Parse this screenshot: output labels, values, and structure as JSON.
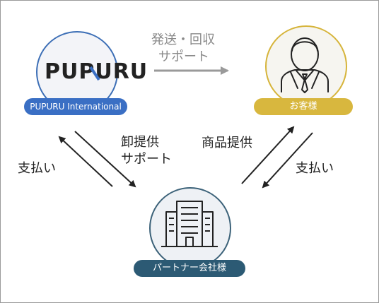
{
  "nodes": {
    "brand": {
      "logo_text": "PUPURU",
      "pill_label": "PUPURU International"
    },
    "customer": {
      "pill_label": "お客様"
    },
    "partner": {
      "pill_label": "パートナー会社様"
    }
  },
  "edges": {
    "shipping_line1": "発送・回収",
    "shipping_line2": "サポート",
    "wholesale_line1": "卸提供",
    "wholesale_line2": "サポート",
    "payment_left": "支払い",
    "product_supply": "商品提供",
    "payment_right": "支払い"
  },
  "colors": {
    "brand_blue": "#3a6fc4",
    "customer_gold": "#d8b73e",
    "partner_navy": "#2c5a74",
    "arrow_gray": "#9a9a9a",
    "arrow_dark": "#222222"
  },
  "icons": {
    "customer": "businessman-icon",
    "partner": "office-building-icon"
  }
}
